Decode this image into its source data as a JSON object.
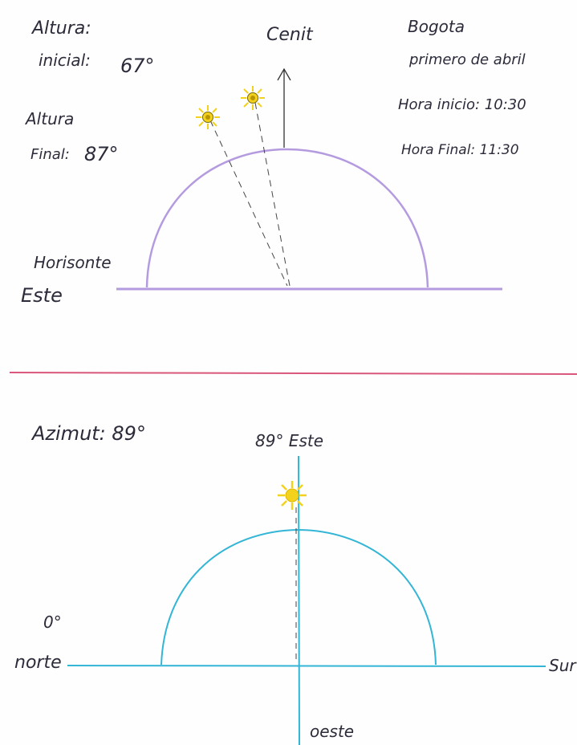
{
  "top": {
    "altura_inicial_label": "Altura:",
    "altura_inicial_label2": "inicial:",
    "altura_inicial_value": "67°",
    "altura_final_label": "Altura",
    "altura_final_label2": "Final:",
    "altura_final_value": "87°",
    "cenit": "Cenit",
    "city": "Bogota",
    "date": "primero de abril",
    "hora_inicio": "Hora inicio: 10:30",
    "hora_final": "Hora Final: 11:30",
    "horizonte": "Horisonte",
    "este": "Este"
  },
  "bottom": {
    "azimut": "Azimut: 89°",
    "este_label": "89° Este",
    "zero": "0°",
    "norte": "norte",
    "sur": "Sur",
    "oeste": "oeste"
  },
  "colors": {
    "top_arc": "#b49be0",
    "divider": "#d9577a",
    "bottom_axes": "#33b5d6",
    "sun": "#f2d21c",
    "sun_core": "#c9a400",
    "ink": "#2b2b3a"
  }
}
